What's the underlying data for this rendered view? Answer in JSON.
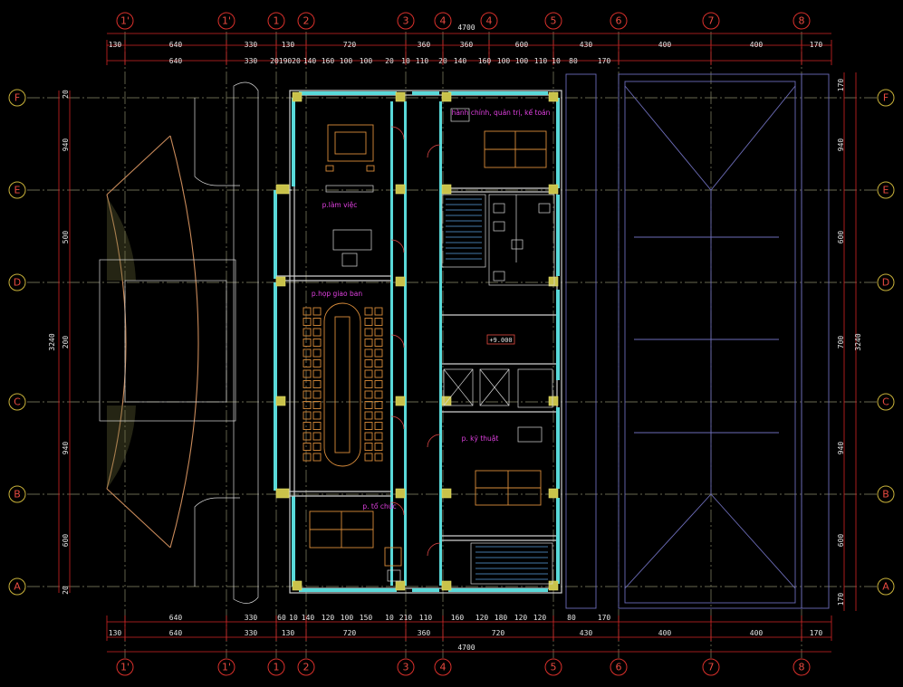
{
  "grid": {
    "columns_top": [
      "1'",
      "1'",
      "1",
      "2",
      "3",
      "4",
      "4",
      "5",
      "6",
      "7",
      "8"
    ],
    "columns_bottom": [
      "1'",
      "1'",
      "1",
      "2",
      "3",
      "4",
      "5",
      "6",
      "7",
      "8"
    ],
    "rows": [
      "F",
      "E",
      "D",
      "C",
      "B",
      "A"
    ]
  },
  "dimensions": {
    "overall_top": "4700",
    "overall_bottom": "4700",
    "top_row1": [
      "130",
      "640",
      "330",
      "130",
      "720",
      "360",
      "360",
      "600",
      "430",
      "400",
      "400",
      "170"
    ],
    "top_row2": [
      "640",
      "330",
      "20",
      "190",
      "20",
      "140",
      "160",
      "100",
      "100",
      "20",
      "10",
      "110",
      "20",
      "140",
      "160",
      "100",
      "100",
      "110",
      "10",
      "80",
      "170"
    ],
    "bottom_row1": [
      "130",
      "640",
      "330",
      "130",
      "720",
      "360",
      "720",
      "430",
      "400",
      "400",
      "170"
    ],
    "bottom_row2": [
      "640",
      "330",
      "60",
      "10",
      "140",
      "120",
      "100",
      "150",
      "10",
      "210",
      "110",
      "160",
      "120",
      "180",
      "120",
      "120",
      "80",
      "170"
    ],
    "left": [
      "20",
      "940",
      "500",
      "200",
      "940",
      "600",
      "20"
    ],
    "left_total": "3240",
    "right": [
      "170",
      "940",
      "600",
      "700",
      "940",
      "600",
      "170"
    ],
    "right_total": "3240"
  },
  "rooms": {
    "admin": "hành chính, quản trị, kế toán",
    "work": "p.làm việc",
    "meeting": "p.họp giao ban",
    "staff": "p. tổ chức",
    "tech": "p. kỹ thuật",
    "level": "+9.000"
  }
}
